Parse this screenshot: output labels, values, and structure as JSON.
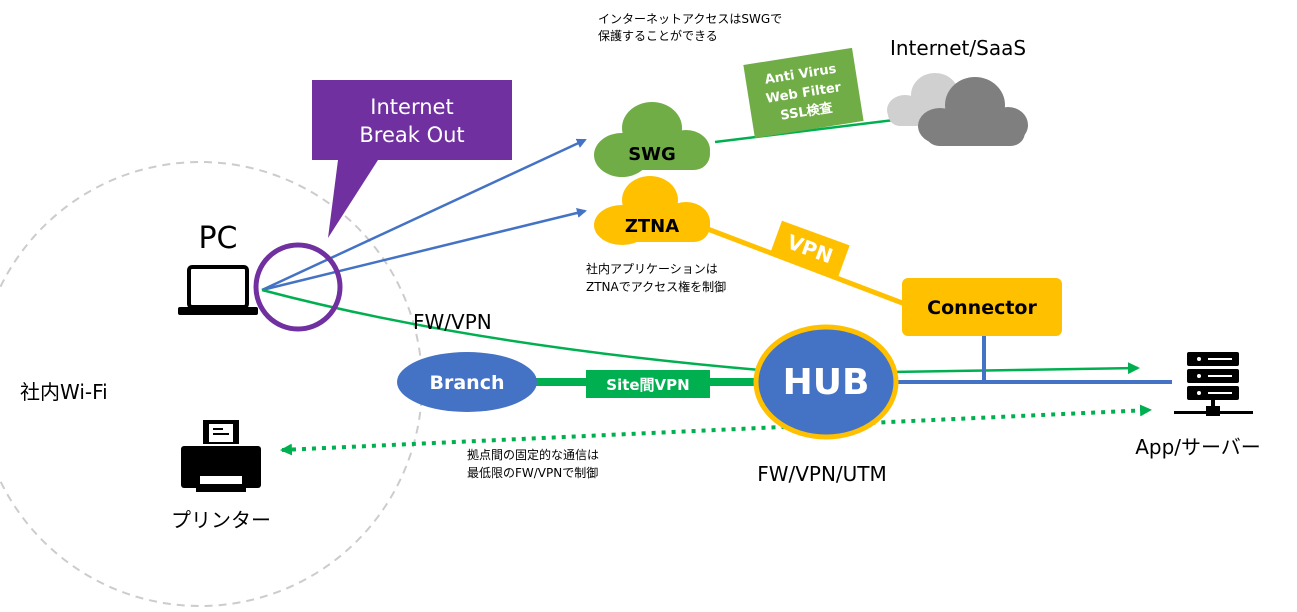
{
  "labels": {
    "pc": "PC",
    "wifi": "社内Wi-Fi",
    "printer": "プリンター",
    "internet_saas": "Internet/SaaS",
    "app_server": "App/サーバー",
    "fw_vpn": "FW/VPN",
    "fw_vpn_utm": "FW/VPN/UTM"
  },
  "callout": {
    "line1": "Internet",
    "line2": "Break Out"
  },
  "nodes": {
    "swg": "SWG",
    "ztna": "ZTNA",
    "connector": "Connector",
    "hub": "HUB",
    "branch": "Branch"
  },
  "tags": {
    "swg_features": [
      "Anti Virus",
      "Web Filter",
      "SSL検査"
    ],
    "vpn": "VPN",
    "site_vpn": "Site間VPN"
  },
  "notes": {
    "swg": [
      "インターネットアクセスはSWGで",
      "保護することができる"
    ],
    "ztna": [
      "社内アプリケーションは",
      "ZTNAでアクセス権を制御"
    ],
    "sites": [
      "拠点間の固定的な通信は",
      "最低限のFW/VPNで制御"
    ]
  },
  "colors": {
    "purple": "#7030a0",
    "green": "#70ad47",
    "bright_green": "#00b050",
    "blue": "#4472c4",
    "yellow": "#ffc000",
    "gray_dark": "#7f7f7f",
    "gray_light": "#d0d0d0",
    "dashed_gray": "#cccccc"
  },
  "icons": [
    "laptop-icon",
    "printer-icon",
    "server-icon",
    "cloud-icon"
  ]
}
